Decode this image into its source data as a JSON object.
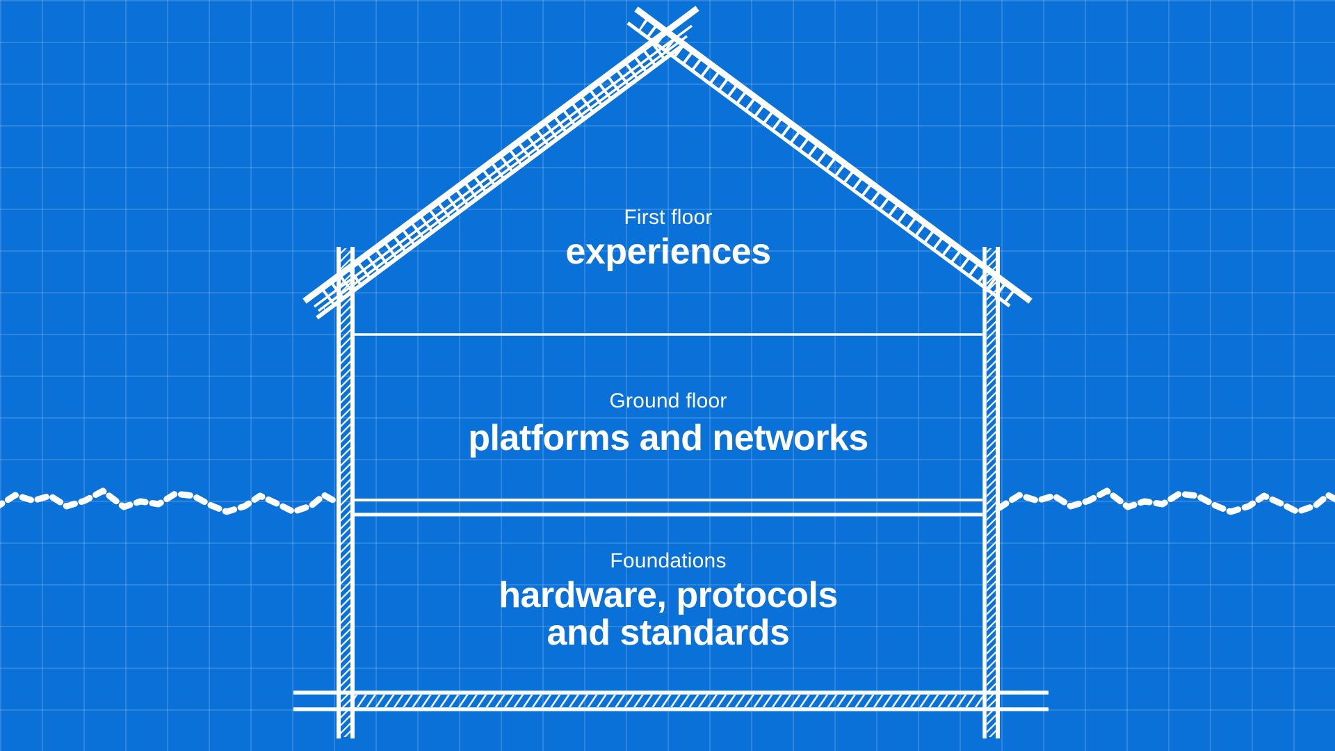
{
  "colors": {
    "background": "#0a71d8",
    "grid_line": "rgba(255,255,255,0.14)",
    "drawing_line": "#ffffff",
    "text": "#ffffff"
  },
  "diagram": {
    "type": "blueprint-house-cross-section",
    "floors": [
      {
        "label": "First floor",
        "title": "experiences"
      },
      {
        "label": "Ground floor",
        "title": "platforms and networks"
      },
      {
        "label": "Foundations",
        "title": "hardware, protocols and standards"
      }
    ],
    "elements": [
      "roof-beams-crossed-at-apex",
      "hatched-walls",
      "floor-divider-lines",
      "hatched-foundation-slab",
      "dashed-ground-zigzag-line",
      "grid-paper-background"
    ]
  }
}
